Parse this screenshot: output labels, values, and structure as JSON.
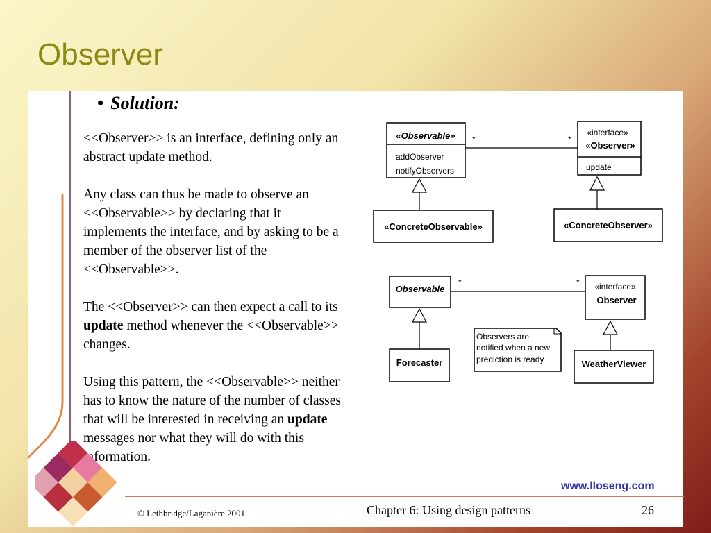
{
  "slide": {
    "title": "Observer",
    "bullet": "Solution:",
    "paragraphs": [
      [
        {
          "t": "<<Observer>> is an interface, defining only an abstract update method."
        }
      ],
      [
        {
          "t": "Any class can thus be made to observe an <<Observable>> by declaring that it implements the interface, and by asking to be a member of the observer list of the <<Observable>>."
        }
      ],
      [
        {
          "t": "The <<Observer>> can then expect a call to its "
        },
        {
          "t": "update",
          "b": true
        },
        {
          "t": " method whenever the <<Observable>> changes."
        }
      ],
      [
        {
          "t": "Using this pattern, the <<Observable>> neither has to know the nature of the number of classes that will be interested in receiving an "
        },
        {
          "t": "update",
          "b": true
        },
        {
          "t": " messages nor what they will do with this information."
        }
      ]
    ]
  },
  "diagram": {
    "observable_name": "«Observable»",
    "observable_ops": [
      "addObserver",
      "notifyObservers"
    ],
    "observer_stereotype": "«interface»",
    "observer_name": "«Observer»",
    "observer_ops": [
      "update"
    ],
    "concrete_observable": "«ConcreteObservable»",
    "concrete_observer": "«ConcreteObserver»",
    "multiplicity_left": "*",
    "multiplicity_right": "*",
    "ex_observable": "Observable",
    "ex_stereotype": "«interface»",
    "ex_observer": "Observer",
    "ex_forecaster": "Forecaster",
    "ex_weatherviewer": "WeatherViewer",
    "note_lines": [
      "Observers are",
      "notified when a new",
      "prediction is ready"
    ]
  },
  "footer": {
    "url": "www.lloseng.com",
    "copyright": "© Lethbridge/Laganière 2001",
    "chapter": "Chapter 6: Using design patterns",
    "page": "26"
  }
}
